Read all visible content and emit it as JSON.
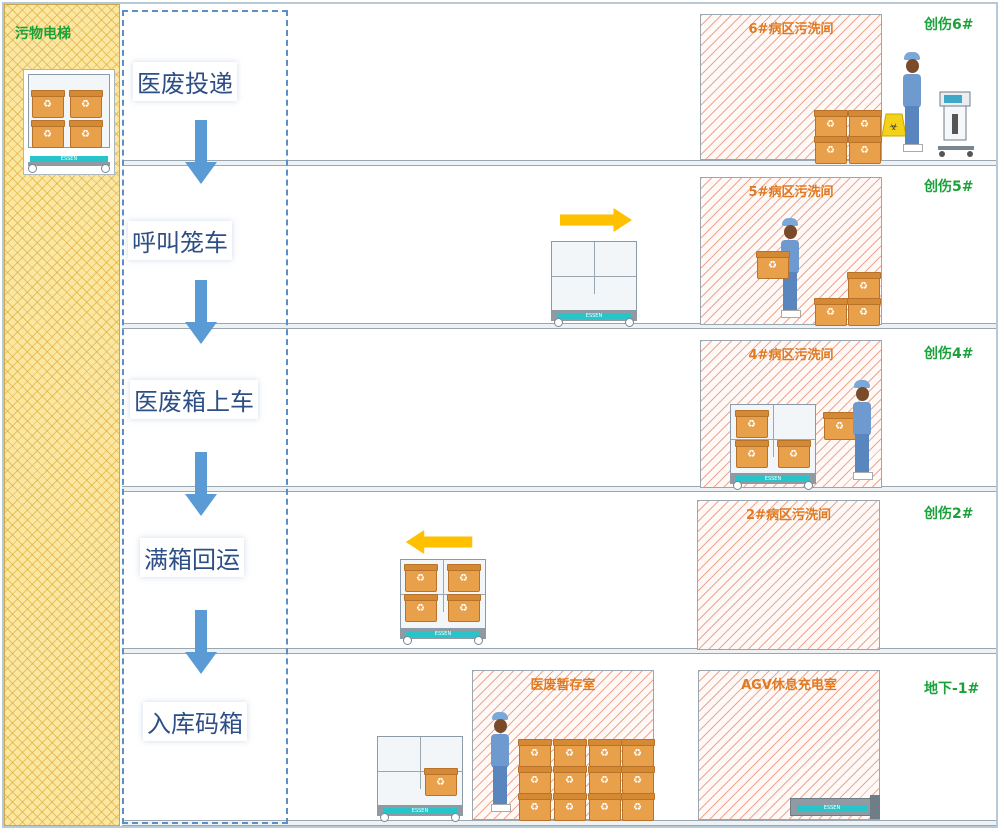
{
  "elevator": {
    "label": "污物电梯"
  },
  "floors": [
    {
      "tag": "创伤6#",
      "room": "6#病区污洗间"
    },
    {
      "tag": "创伤5#",
      "room": "5#病区污洗间"
    },
    {
      "tag": "创伤4#",
      "room": "4#病区污洗间"
    },
    {
      "tag": "创伤2#",
      "room": "2#病区污洗间"
    },
    {
      "tag": "地下-1#",
      "room": "AGV休息充电室",
      "room2": "医废暂存室"
    }
  ],
  "steps": [
    "医废投递",
    "呼叫笼车",
    "医废箱上车",
    "满箱回运",
    "入库码箱"
  ],
  "cart_brand": "ESSEN",
  "colors": {
    "green": "#1aa13a",
    "orange": "#e07a20",
    "arrow_blue": "#5b9bd5",
    "arrow_yellow": "#ffc000"
  },
  "icons": [
    "down-arrow-icon",
    "right-arrow-icon",
    "left-arrow-icon",
    "biohazard-bag-icon",
    "disinfection-machine-icon"
  ]
}
